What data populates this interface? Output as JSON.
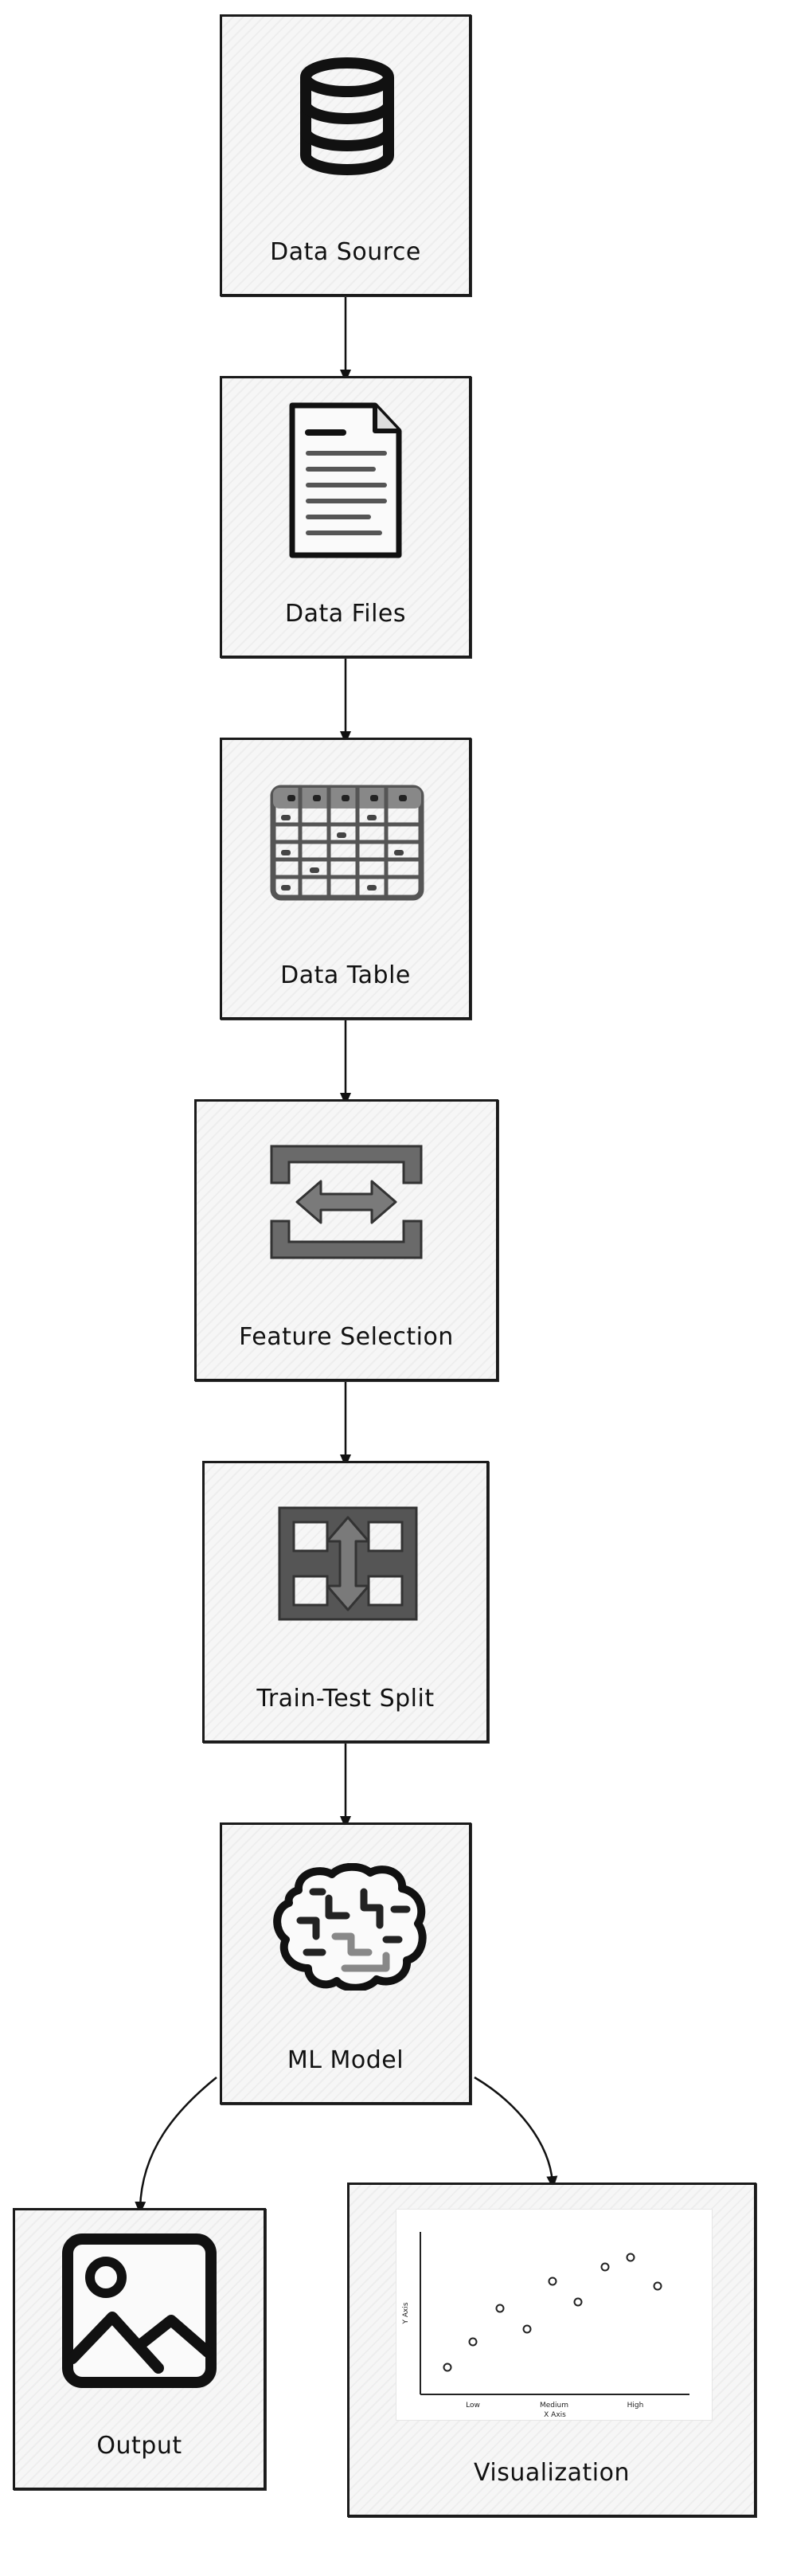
{
  "nodes": {
    "data_source": {
      "label": "Data Source",
      "icon": "database-icon"
    },
    "data_files": {
      "label": "Data Files",
      "icon": "document-icon"
    },
    "data_table": {
      "label": "Data Table",
      "icon": "table-icon"
    },
    "feature_selection": {
      "label": "Feature Selection",
      "icon": "horizontal-arrows-icon"
    },
    "train_test_split": {
      "label": "Train-Test Split",
      "icon": "vertical-arrows-icon"
    },
    "ml_model": {
      "label": "ML Model",
      "icon": "brain-icon"
    },
    "output": {
      "label": "Output",
      "icon": "image-icon"
    },
    "visualization": {
      "label": "Visualization",
      "chart": {
        "ylabel": "Y Axis",
        "xlabel": "X Axis",
        "xticks": [
          "Low",
          "Medium",
          "High"
        ]
      }
    }
  },
  "edges": [
    {
      "from": "Data Source",
      "to": "Data Files"
    },
    {
      "from": "Data Files",
      "to": "Data Table"
    },
    {
      "from": "Data Table",
      "to": "Feature Selection"
    },
    {
      "from": "Feature Selection",
      "to": "Train-Test Split"
    },
    {
      "from": "Train-Test Split",
      "to": "ML Model"
    },
    {
      "from": "ML Model",
      "to": "Output"
    },
    {
      "from": "ML Model",
      "to": "Visualization"
    }
  ]
}
